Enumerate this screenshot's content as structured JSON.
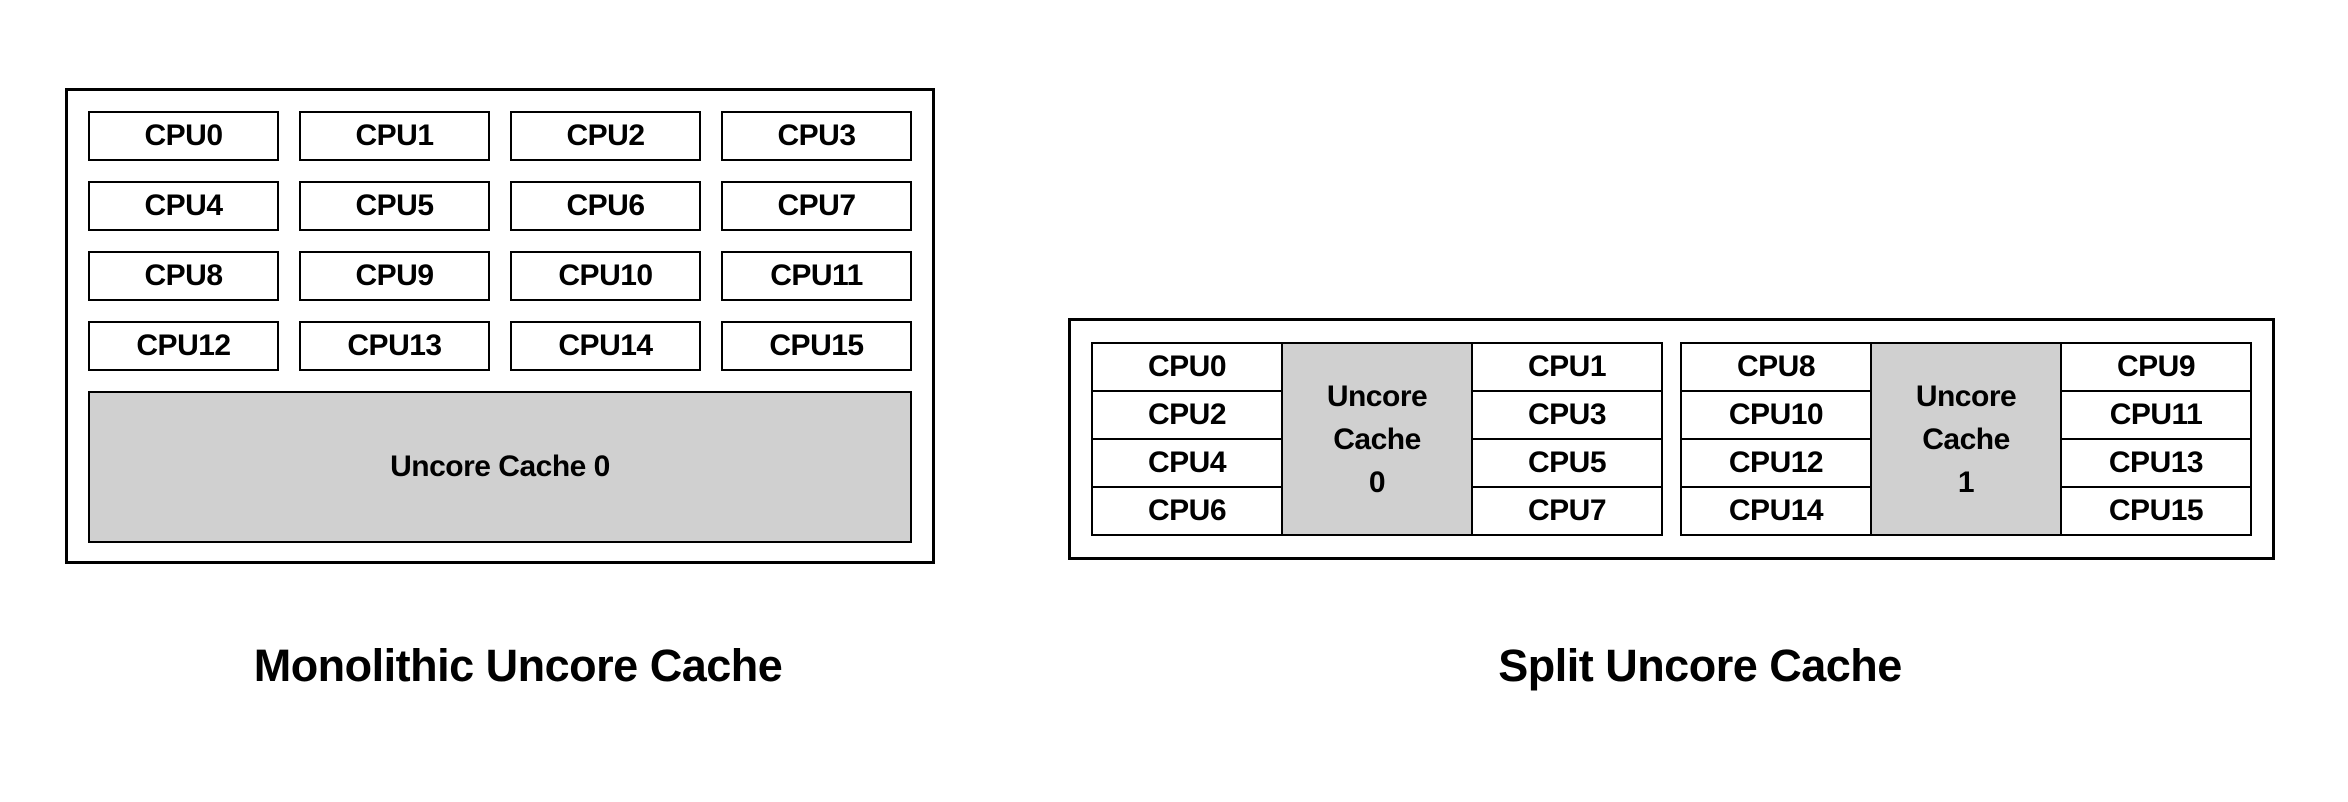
{
  "colors": {
    "background": "#ffffff",
    "border": "#000000",
    "text": "#000000",
    "uncore_fill": "#d0d0d0"
  },
  "monolithic": {
    "caption": "Monolithic Uncore Cache",
    "uncore_label": "Uncore Cache 0",
    "cpus": [
      "CPU0",
      "CPU1",
      "CPU2",
      "CPU3",
      "CPU4",
      "CPU5",
      "CPU6",
      "CPU7",
      "CPU8",
      "CPU9",
      "CPU10",
      "CPU11",
      "CPU12",
      "CPU13",
      "CPU14",
      "CPU15"
    ]
  },
  "split": {
    "caption": "Split Uncore Cache",
    "clusters": [
      {
        "name": "cluster-0",
        "left_cpus": [
          "CPU0",
          "CPU2",
          "CPU4",
          "CPU6"
        ],
        "uncore_lines": [
          "Uncore",
          "Cache",
          "0"
        ],
        "right_cpus": [
          "CPU1",
          "CPU3",
          "CPU5",
          "CPU7"
        ]
      },
      {
        "name": "cluster-1",
        "left_cpus": [
          "CPU8",
          "CPU10",
          "CPU12",
          "CPU14"
        ],
        "uncore_lines": [
          "Uncore",
          "Cache",
          "1"
        ],
        "right_cpus": [
          "CPU9",
          "CPU11",
          "CPU13",
          "CPU15"
        ]
      }
    ]
  }
}
